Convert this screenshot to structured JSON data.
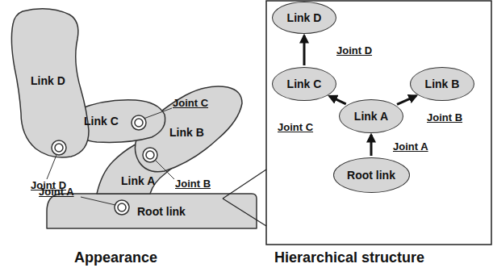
{
  "diagram": {
    "nodes": [
      {
        "text": [
          "Link D"
        ]
      },
      {
        "text": [
          "Link C"
        ]
      },
      {
        "text": [
          "Link B"
        ]
      },
      {
        "text": [
          "Link A"
        ]
      },
      {
        "text": [
          "Root link"
        ]
      }
    ],
    "edges": [
      {
        "from": 4,
        "to": 3,
        "label": "Joint A",
        "arrow": "to"
      },
      {
        "from": 3,
        "to": 1,
        "label": "Joint C",
        "arrow": "to"
      },
      {
        "from": 3,
        "to": 2,
        "label": "Joint B",
        "arrow": "to"
      },
      {
        "from": 1,
        "to": 0,
        "label": "Joint D",
        "arrow": "to"
      }
    ],
    "labels": [
      "Link D",
      "Link C",
      "Link B",
      "Link A",
      "Root link",
      "Joint C",
      "Joint D",
      "Joint B",
      "Joint A",
      "Appearance",
      "Hierarchical structure"
    ]
  }
}
